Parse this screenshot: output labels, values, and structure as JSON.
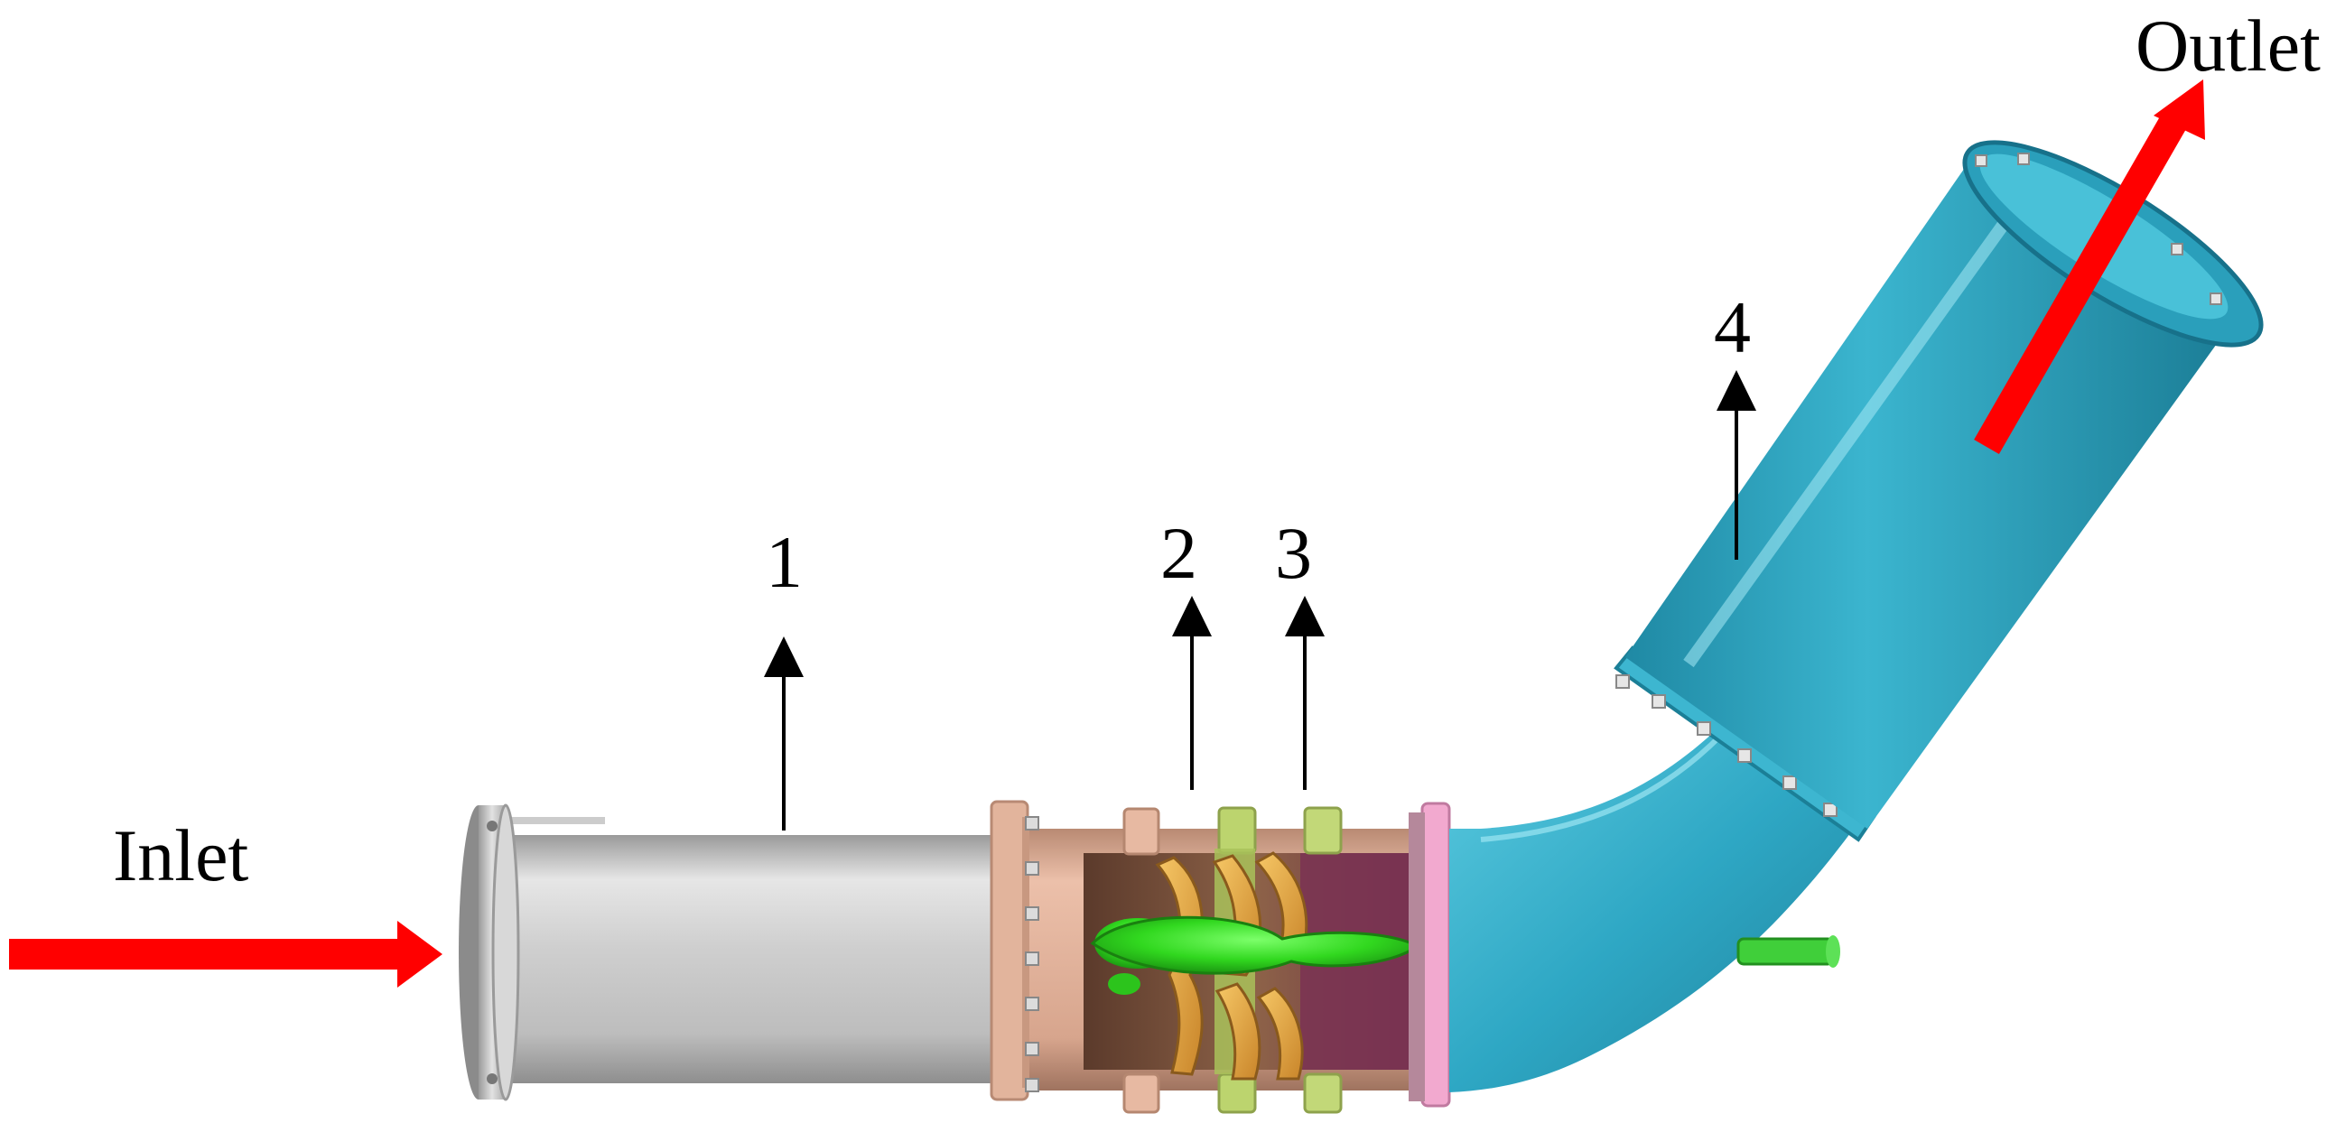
{
  "labels": {
    "inlet": "Inlet",
    "outlet": "Outlet",
    "part1": "1",
    "part2": "2",
    "part3": "3",
    "part4": "4"
  },
  "colors": {
    "flow_arrow": "#ff0000",
    "inlet_pipe": "#c8c8c8",
    "casing": "#d9a48c",
    "guide_vane_ring": "#b5cf6a",
    "impeller_blade": "#e8a93c",
    "hub": "#31d81f",
    "diffuser_ring": "#f0a0c8",
    "outlet_pipe": "#2ea7c4",
    "part_arrow": "#000000"
  }
}
